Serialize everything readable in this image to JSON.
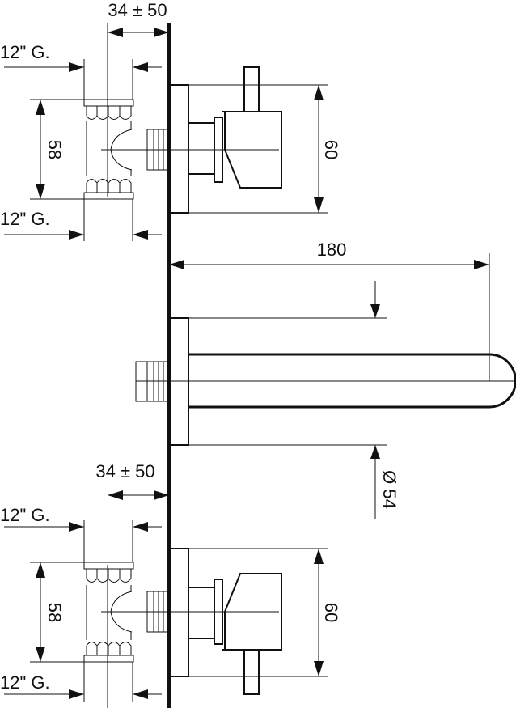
{
  "title": "Wall-mounted mixer dimension drawing",
  "top_valve": {
    "depth_dim": "34 ± 50",
    "inlet_top": "12\" G.",
    "inlet_bottom": "12\" G.",
    "height_dim": "58",
    "flange_dim": "60"
  },
  "spout": {
    "length_dim": "180",
    "diameter_dim": "Ø 54"
  },
  "bottom_valve": {
    "depth_dim": "34 ± 50",
    "inlet_top": "12\" G.",
    "inlet_bottom": "12\" G.",
    "height_dim": "58",
    "flange_dim": "60"
  }
}
